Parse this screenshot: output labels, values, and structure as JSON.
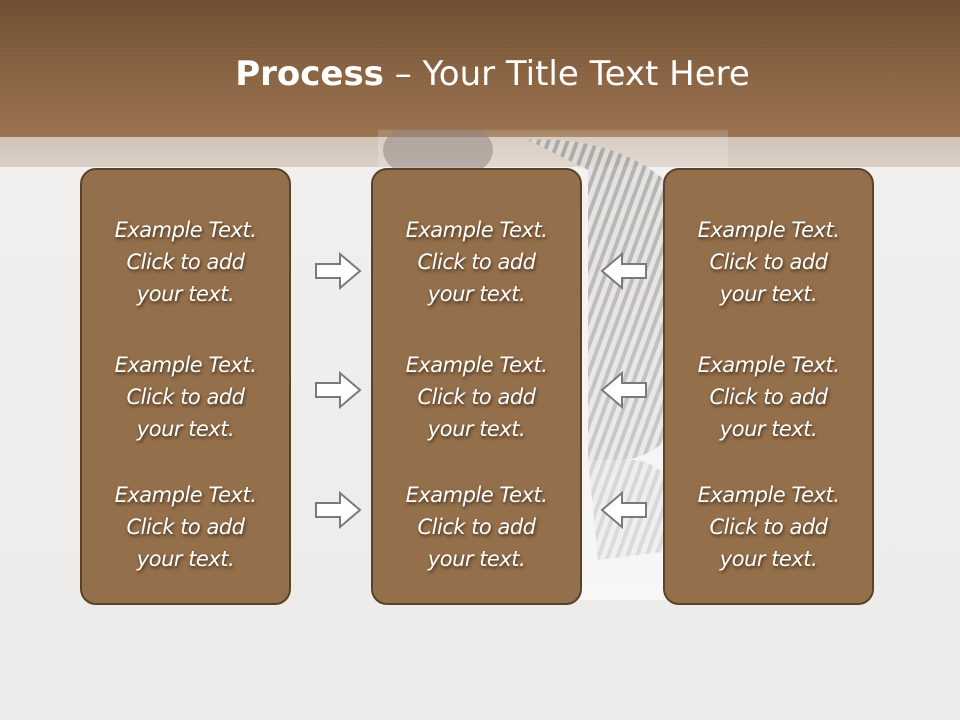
{
  "title": {
    "bold": "Process",
    "rest": " – Your Title Text Here"
  },
  "columns": [
    {
      "items": [
        {
          "lines": [
            "Example Text.",
            "Click  to add",
            "your text."
          ]
        },
        {
          "lines": [
            "Example Text.",
            "Click  to add",
            "your text."
          ]
        },
        {
          "lines": [
            "Example Text.",
            "Click  to add",
            "your text."
          ]
        }
      ]
    },
    {
      "items": [
        {
          "lines": [
            "Example Text.",
            "Click  to add",
            "your text."
          ]
        },
        {
          "lines": [
            "Example Text.",
            "Click  to add",
            "your text."
          ]
        },
        {
          "lines": [
            "Example Text.",
            "Click  to add",
            "your text."
          ]
        }
      ]
    },
    {
      "items": [
        {
          "lines": [
            "Example Text.",
            "Click  to add",
            "your text."
          ]
        },
        {
          "lines": [
            "Example Text.",
            "Click  to add",
            "your text."
          ]
        },
        {
          "lines": [
            "Example Text.",
            "Click  to add",
            "your text."
          ]
        }
      ]
    }
  ],
  "arrows": {
    "left_group": [
      "right-arrow-icon",
      "right-arrow-icon",
      "right-arrow-icon"
    ],
    "right_group": [
      "left-arrow-icon",
      "left-arrow-icon",
      "left-arrow-icon"
    ]
  },
  "colors": {
    "title_bar": "#8a6443",
    "box_fill": "#946f4b",
    "box_border": "#5c4129",
    "text": "#ffffff"
  }
}
